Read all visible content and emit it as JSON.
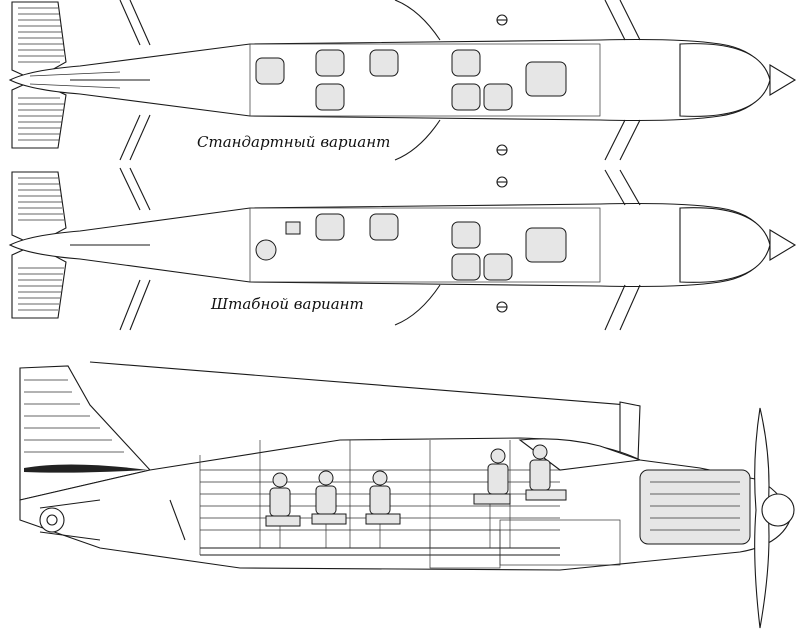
{
  "captions": {
    "standard": "Стандартный вариант",
    "staff": "Штабной вариант"
  },
  "views": [
    {
      "name": "top-view-standard"
    },
    {
      "name": "top-view-staff"
    },
    {
      "name": "side-view-cutaway"
    }
  ],
  "colors": {
    "line": "#1a1a1a",
    "background": "#ffffff",
    "fill_light": "#e6e6e6",
    "tail_mark": "#222222"
  }
}
